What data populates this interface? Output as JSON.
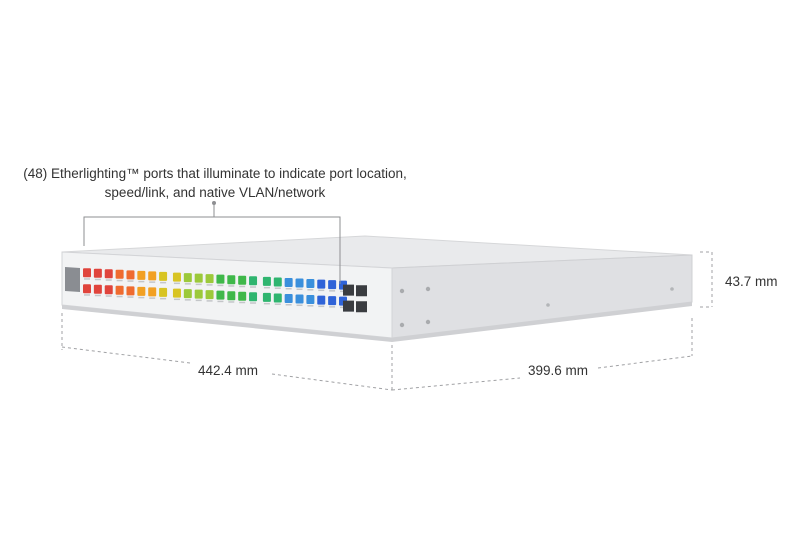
{
  "callout": {
    "line1": "(48) Etherlighting™ ports that illuminate to indicate port location,",
    "line2": "speed/link, and native VLAN/network"
  },
  "dimensions": {
    "width": "442.4 mm",
    "depth": "399.6 mm",
    "height": "43.7 mm"
  },
  "device": {
    "rj45_port_count": 48,
    "sfp_port_count": 4,
    "port_colors": [
      "#e0443c",
      "#ef6b2f",
      "#f2a023",
      "#d8c423",
      "#9cc93a",
      "#3fb84a",
      "#2fb56f",
      "#3a8fdc",
      "#2f63d8"
    ],
    "body_color": "#e7e8ea",
    "front_color": "#f1f2f3"
  }
}
